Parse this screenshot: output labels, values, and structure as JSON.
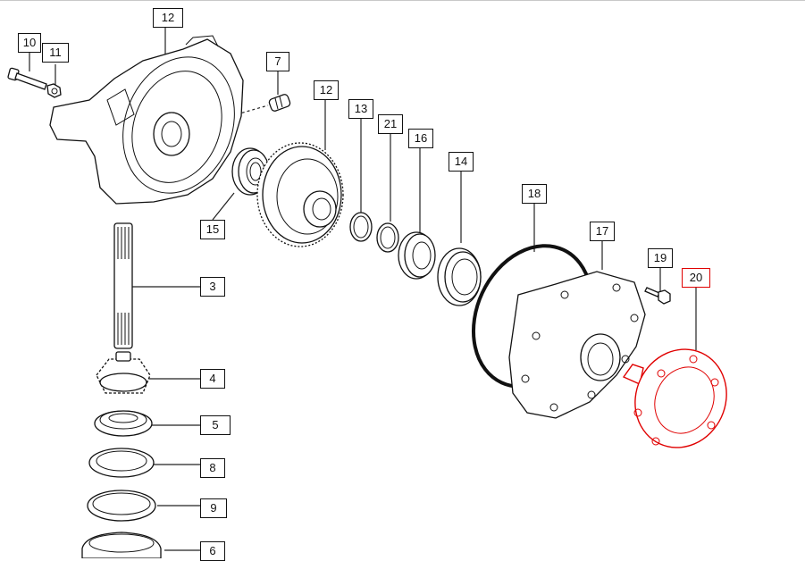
{
  "callouts": [
    {
      "id": "p12a",
      "label": "12",
      "highlight": false
    },
    {
      "id": "p10",
      "label": "10",
      "highlight": false
    },
    {
      "id": "p11",
      "label": "11",
      "highlight": false
    },
    {
      "id": "p7",
      "label": "7",
      "highlight": false
    },
    {
      "id": "p12b",
      "label": "12",
      "highlight": false
    },
    {
      "id": "p13",
      "label": "13",
      "highlight": false
    },
    {
      "id": "p21",
      "label": "21",
      "highlight": false
    },
    {
      "id": "p16",
      "label": "16",
      "highlight": false
    },
    {
      "id": "p14",
      "label": "14",
      "highlight": false
    },
    {
      "id": "p18",
      "label": "18",
      "highlight": false
    },
    {
      "id": "p17",
      "label": "17",
      "highlight": false
    },
    {
      "id": "p19",
      "label": "19",
      "highlight": false
    },
    {
      "id": "p20",
      "label": "20",
      "highlight": true
    },
    {
      "id": "p15",
      "label": "15",
      "highlight": false
    },
    {
      "id": "p3",
      "label": "3",
      "highlight": false
    },
    {
      "id": "p4",
      "label": "4",
      "highlight": false
    },
    {
      "id": "p5",
      "label": "5",
      "highlight": false
    },
    {
      "id": "p8",
      "label": "8",
      "highlight": false
    },
    {
      "id": "p9",
      "label": "9",
      "highlight": false
    },
    {
      "id": "p6",
      "label": "6",
      "highlight": false
    }
  ],
  "colors": {
    "outline": "#111111",
    "highlight": "#e00000",
    "background": "#ffffff"
  }
}
